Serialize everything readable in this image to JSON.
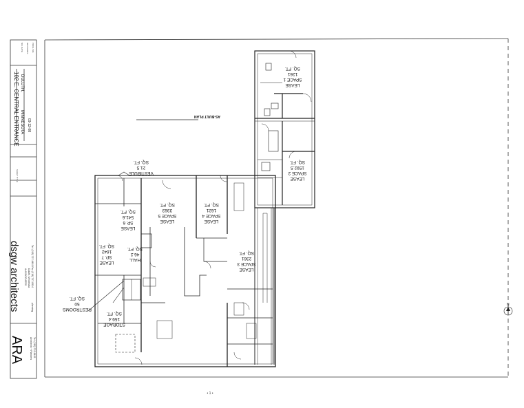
{
  "title_block": {
    "address": "102 E. CENTRAL ENTRANCE",
    "city": "DULUTH,",
    "state": "MINNESOTA",
    "date": "03-12-08",
    "sheet_label": "SHEET TITLE",
    "firm_name": "dsgw architects",
    "firm_initials": "ARA"
  },
  "plan_label": "AS-BUILT PLAN",
  "north_label": "N",
  "rooms": [
    {
      "id": "lease-space-1",
      "lines": [
        "LEASE",
        "SPACE 1",
        "1261",
        "SQ. FT."
      ]
    },
    {
      "id": "lease-space-2",
      "lines": [
        "LEASE",
        "SPACE 2",
        "1592.5",
        "SQ. FT."
      ]
    },
    {
      "id": "vestibule",
      "lines": [
        "VESTIBULE",
        "21.5",
        "SQ. FT."
      ]
    },
    {
      "id": "lease-space-4",
      "lines": [
        "LEASE",
        "SPACE 4",
        "1621",
        "SQ. FT."
      ]
    },
    {
      "id": "lease-space-5",
      "lines": [
        "LEASE",
        "SPACE 5",
        "3363",
        "SQ. FT."
      ]
    },
    {
      "id": "lease-space-6",
      "lines": [
        "LEASE",
        "SP. 6",
        "541.6",
        "SQ. FT."
      ]
    },
    {
      "id": "lease-space-7",
      "lines": [
        "LEASE",
        "SP. 7",
        "1642",
        "SQ. FT."
      ]
    },
    {
      "id": "hall",
      "lines": [
        "HALL",
        "46.2",
        "SQ. FT."
      ]
    },
    {
      "id": "lease-space-3",
      "lines": [
        "LEASE",
        "SPACE 3",
        "2361",
        "SQ. FT."
      ]
    },
    {
      "id": "restrooms",
      "lines": [
        "RESTROOMS",
        "50",
        "SQ. FT."
      ]
    },
    {
      "id": "storage",
      "lines": [
        "STORAGE",
        "159.4",
        "SQ. FT."
      ]
    }
  ],
  "small_labels": {
    "tb_top_1": "NO. DATE",
    "tb_top_2": "REVISIONS",
    "tb_top_3": "PROJ. NO.",
    "firm_line_1": "& ASSOCIATES",
    "firm_line_2": "Duluth, Minnesota",
    "firm_line_3": "Tel. (218) 727-8481  Fax (218) 727-8524",
    "firm_line_4": "planning",
    "ara_line_1": "Architects + Planners",
    "ara_line_2": "Tel. (218) 722-8445"
  },
  "footer_mark": "• 1 •"
}
